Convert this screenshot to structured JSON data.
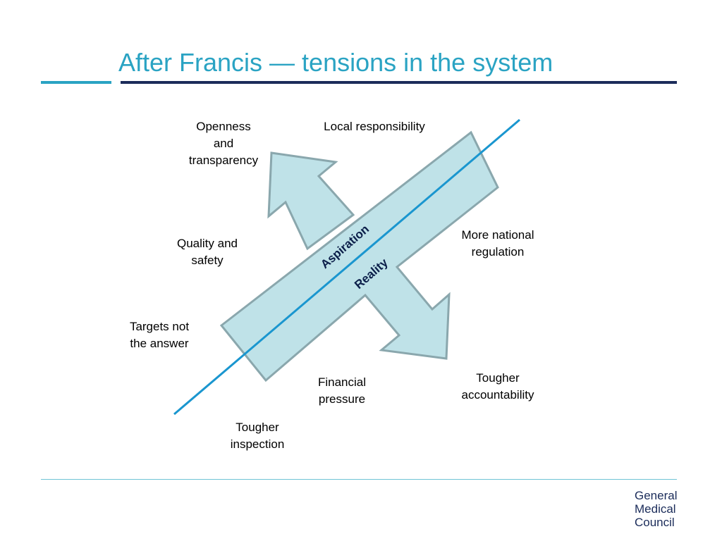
{
  "title": "After Francis — tensions in the system",
  "diagram": {
    "band_labels": {
      "aspiration": "Aspiration",
      "reality": "Reality"
    },
    "labels": {
      "openness": "Openness\nand\ntransparency",
      "local_responsibility": "Local responsibility",
      "quality_safety": "Quality and\nsafety",
      "more_national_regulation": "More national\nregulation",
      "targets_not_answer": "Targets not\nthe answer",
      "financial_pressure": "Financial\npressure",
      "tougher_accountability": "Tougher\naccountability",
      "tougher_inspection": "Tougher\ninspection"
    },
    "colors": {
      "arrow_fill": "#bfe2e8",
      "arrow_stroke": "#8aa7ad",
      "diagonal_line": "#1a96cf",
      "title": "#2aa3c3",
      "navy": "#1b2c5a"
    }
  },
  "logo": {
    "line1": "General",
    "line2": "Medical",
    "line3": "Council"
  }
}
